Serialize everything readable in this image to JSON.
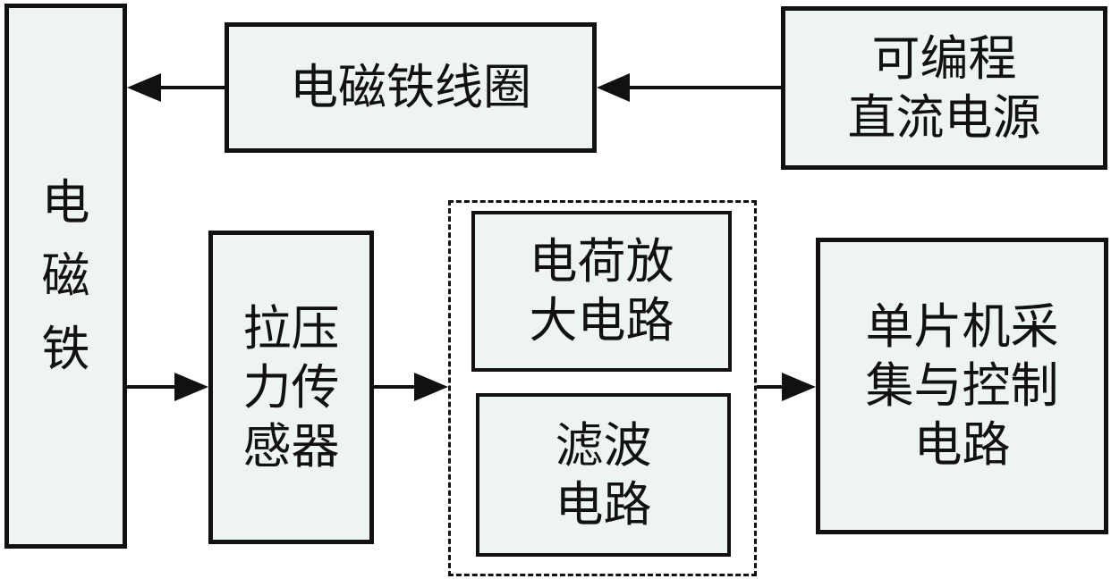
{
  "nodes": {
    "electromagnet": {
      "label": "电\n磁\n铁"
    },
    "coil": {
      "label": "电磁铁线圈"
    },
    "power_supply": {
      "label": "可编程\n直流电源"
    },
    "force_sensor": {
      "label": "拉压\n力传\n感器"
    },
    "charge_amp": {
      "label": "电荷放\n大电路"
    },
    "filter": {
      "label": "滤波\n电路"
    },
    "mcu": {
      "label": "单片机采\n集与控制\n电路"
    }
  },
  "edges": [
    {
      "from": "power_supply",
      "to": "coil"
    },
    {
      "from": "coil",
      "to": "electromagnet"
    },
    {
      "from": "electromagnet",
      "to": "force_sensor"
    },
    {
      "from": "force_sensor",
      "to": "signal_group"
    },
    {
      "from": "signal_group",
      "to": "mcu"
    }
  ],
  "colors": {
    "box_fill": "#eef3f3",
    "stroke": "#111111"
  }
}
